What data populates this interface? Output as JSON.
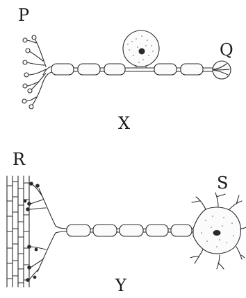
{
  "labels": {
    "top_left": "P",
    "top_right": "Q",
    "top_caption": "X",
    "bottom_left": "R",
    "bottom_right": "S",
    "bottom_caption": "Y"
  }
}
